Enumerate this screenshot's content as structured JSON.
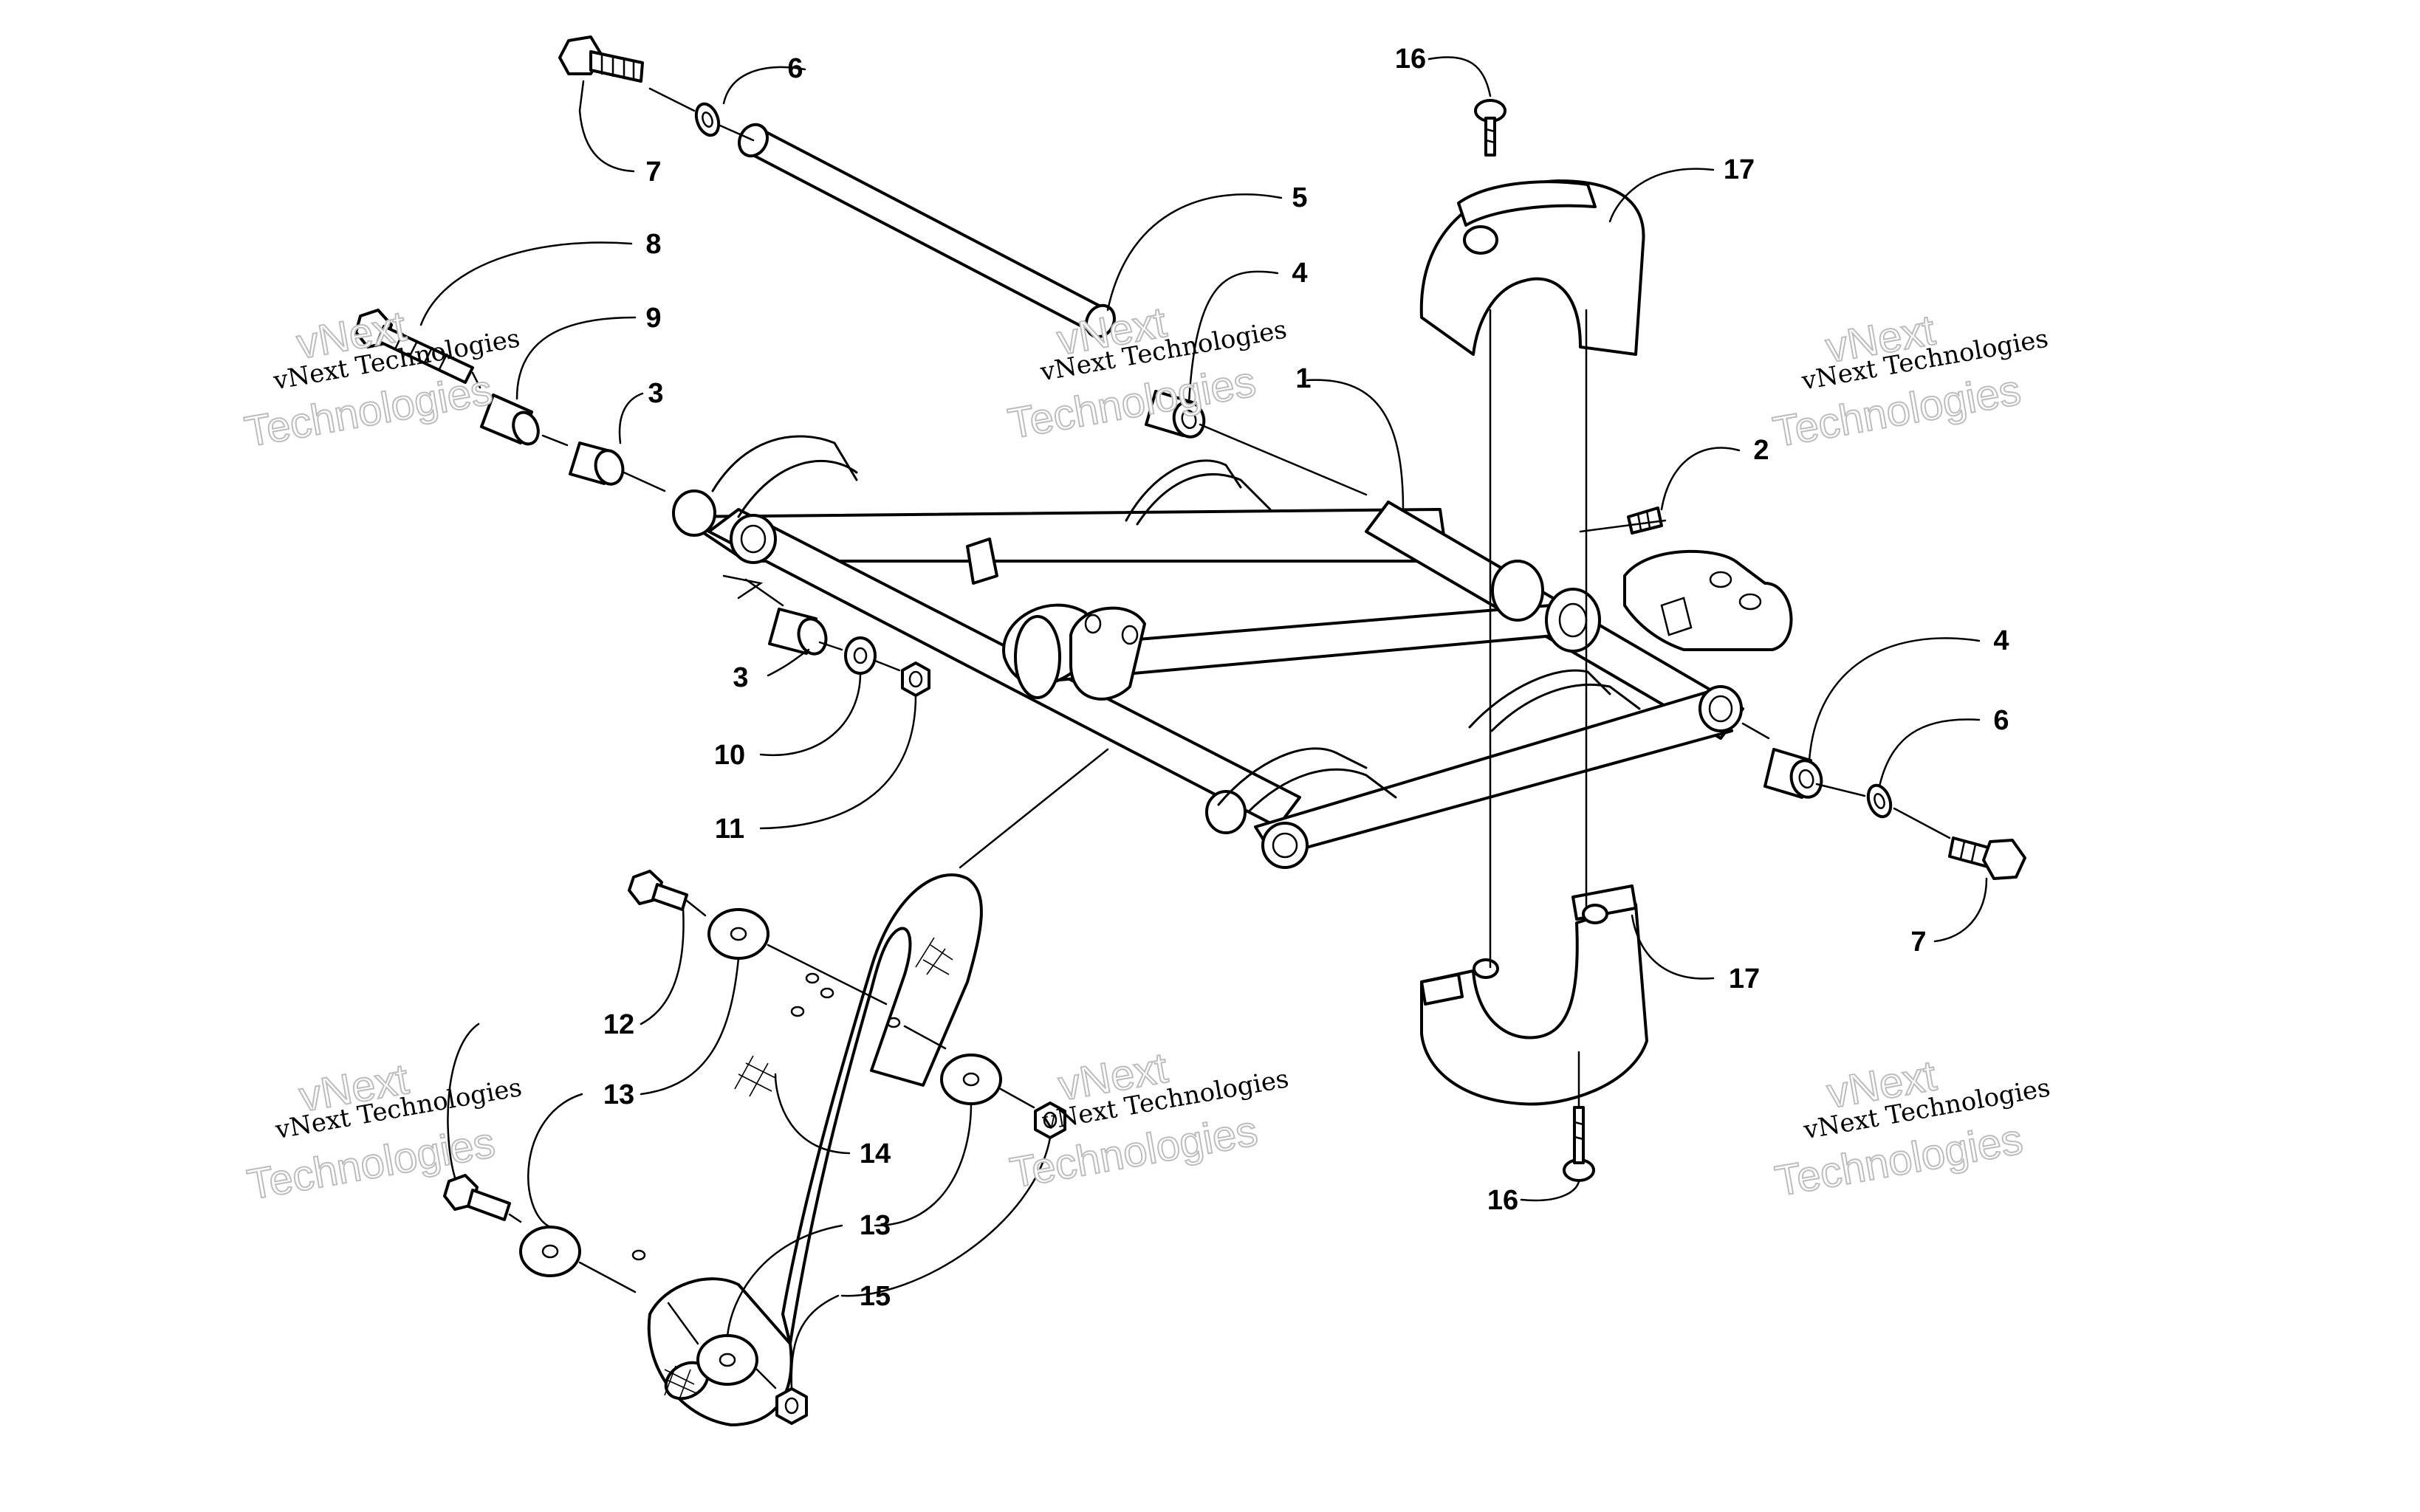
{
  "watermark": {
    "line1": "vNext Technologies",
    "line2": "Technologies",
    "line3": "vNext"
  },
  "callouts": [
    {
      "id": "c1",
      "label": "1"
    },
    {
      "id": "c2",
      "label": "2"
    },
    {
      "id": "c3a",
      "label": "3"
    },
    {
      "id": "c3b",
      "label": "3"
    },
    {
      "id": "c4a",
      "label": "4"
    },
    {
      "id": "c4b",
      "label": "4"
    },
    {
      "id": "c5",
      "label": "5"
    },
    {
      "id": "c6a",
      "label": "6"
    },
    {
      "id": "c6b",
      "label": "6"
    },
    {
      "id": "c7a",
      "label": "7"
    },
    {
      "id": "c7b",
      "label": "7"
    },
    {
      "id": "c8",
      "label": "8"
    },
    {
      "id": "c9",
      "label": "9"
    },
    {
      "id": "c10",
      "label": "10"
    },
    {
      "id": "c11",
      "label": "11"
    },
    {
      "id": "c12",
      "label": "12"
    },
    {
      "id": "c13a",
      "label": "13"
    },
    {
      "id": "c13b",
      "label": "13"
    },
    {
      "id": "c14",
      "label": "14"
    },
    {
      "id": "c15",
      "label": "15"
    },
    {
      "id": "c16a",
      "label": "16"
    },
    {
      "id": "c16b",
      "label": "16"
    },
    {
      "id": "c17a",
      "label": "17"
    },
    {
      "id": "c17b",
      "label": "17"
    }
  ]
}
